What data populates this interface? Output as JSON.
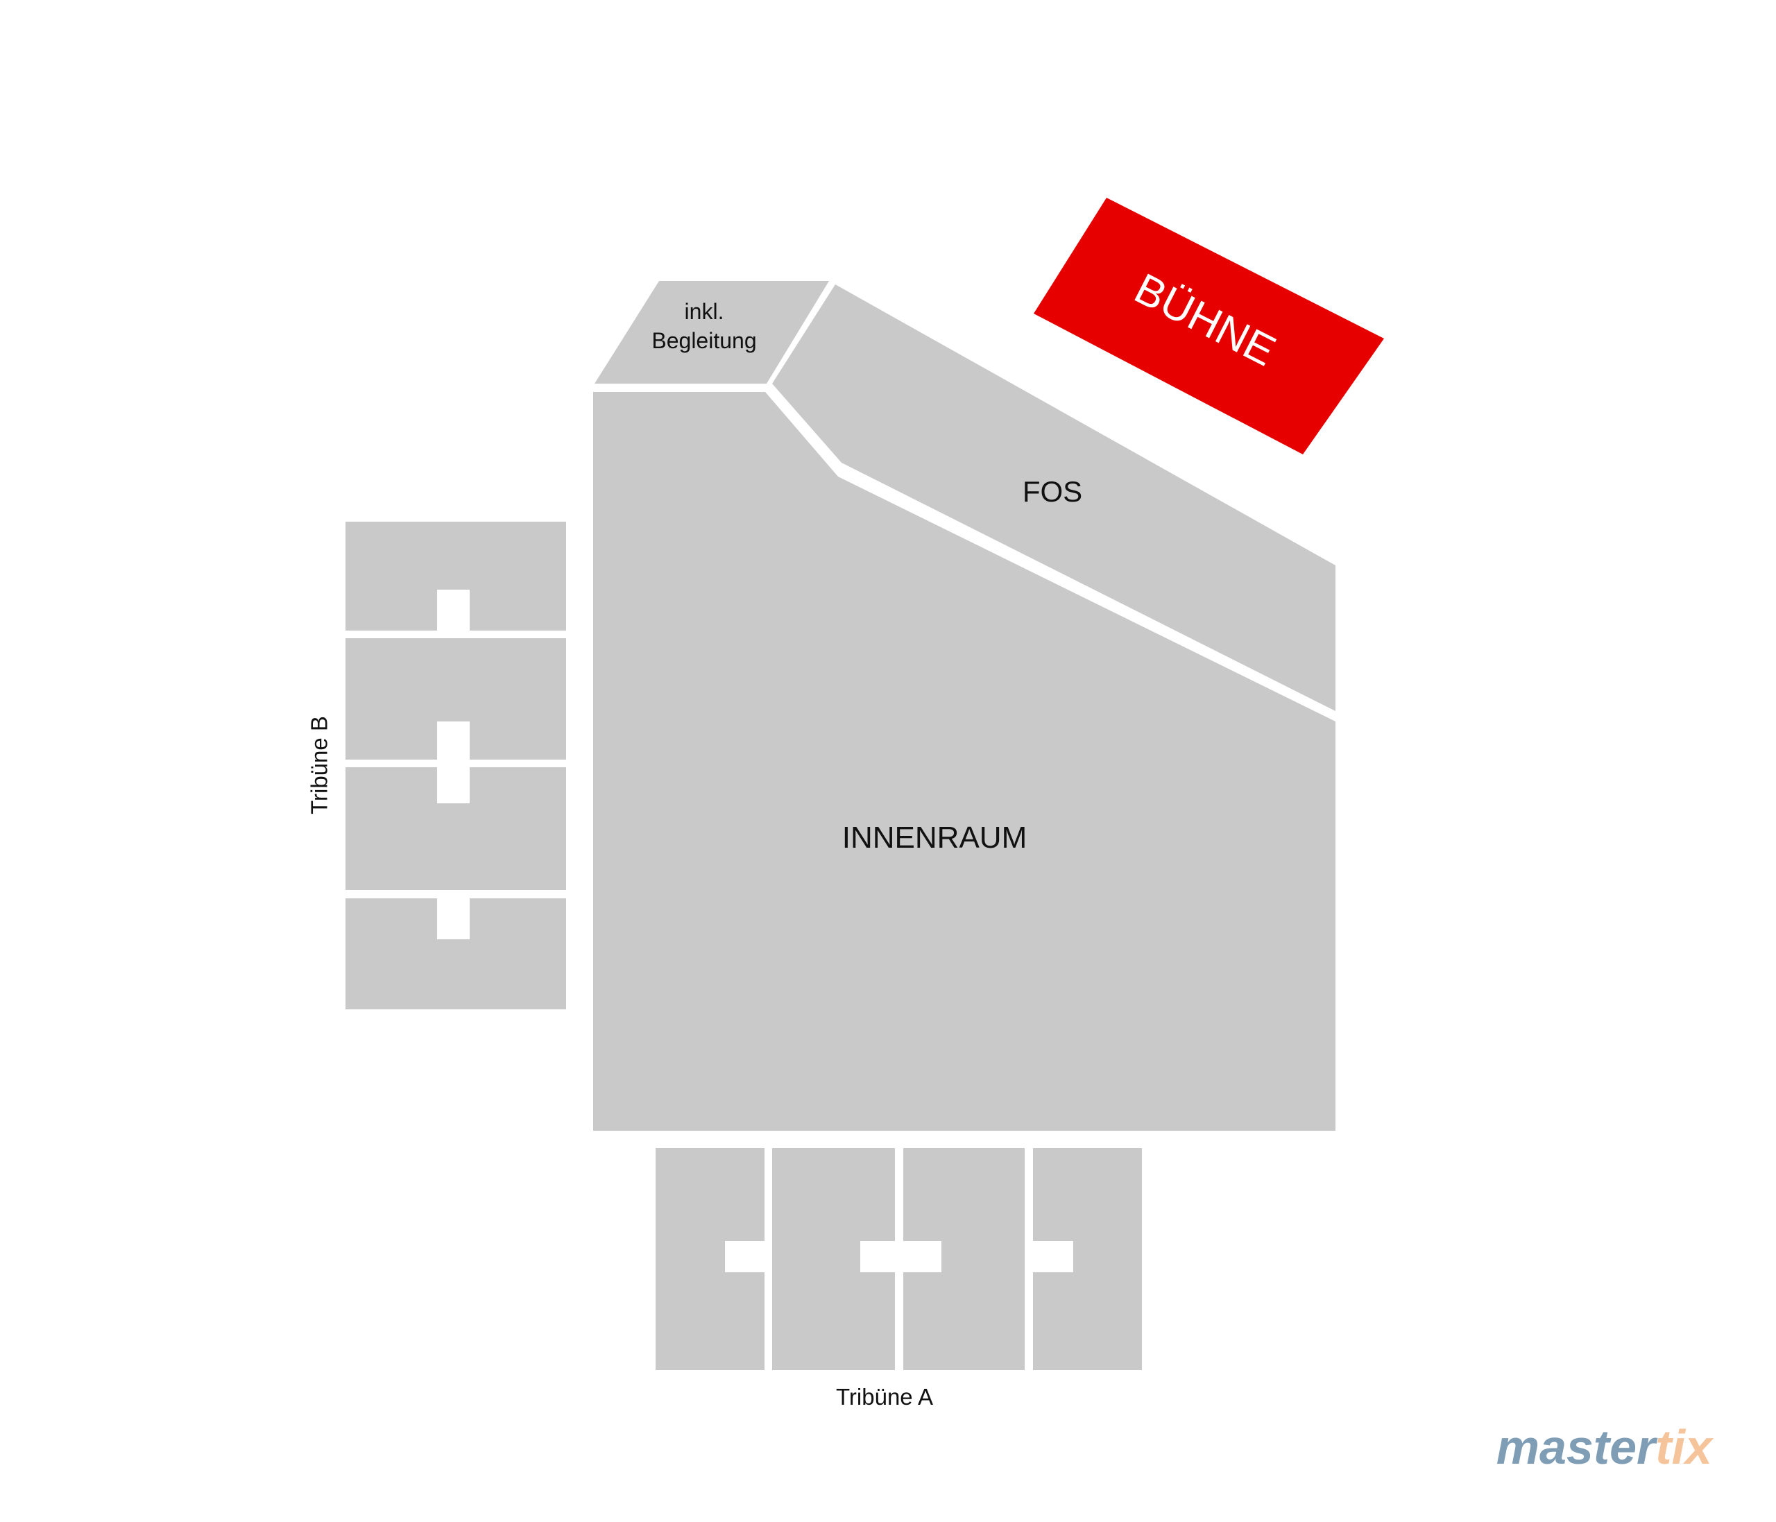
{
  "stage": {
    "label": "BÜHNE",
    "color": "#e60000"
  },
  "sections": {
    "fos": "FOS",
    "innenraum": "INNENRAUM",
    "begleitung_line1": "inkl.",
    "begleitung_line2": "Begleitung"
  },
  "tribunes": {
    "a": "Tribüne A",
    "b": "Tribüne B"
  },
  "logo": {
    "part1": "master",
    "part2": "tix",
    "color1": "#7f9db4",
    "color2": "#f6c49a"
  },
  "colors": {
    "section_fill": "#c9c9c9",
    "background": "#ffffff"
  }
}
